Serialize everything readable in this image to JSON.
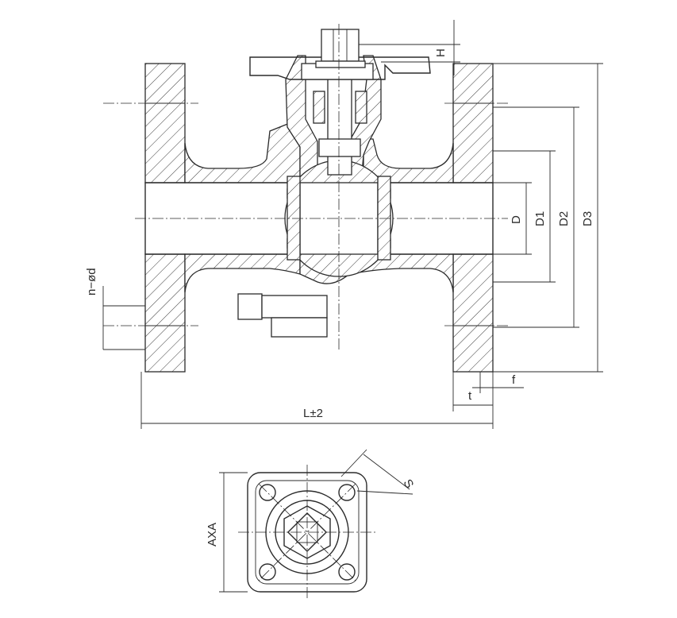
{
  "labels": {
    "H": "H",
    "D": "D",
    "D1": "D1",
    "D2": "D2",
    "D3": "D3",
    "nd": "n−ød",
    "f": "f",
    "t": "t",
    "L": "L±2",
    "S": "S",
    "AXA": "AXA"
  }
}
